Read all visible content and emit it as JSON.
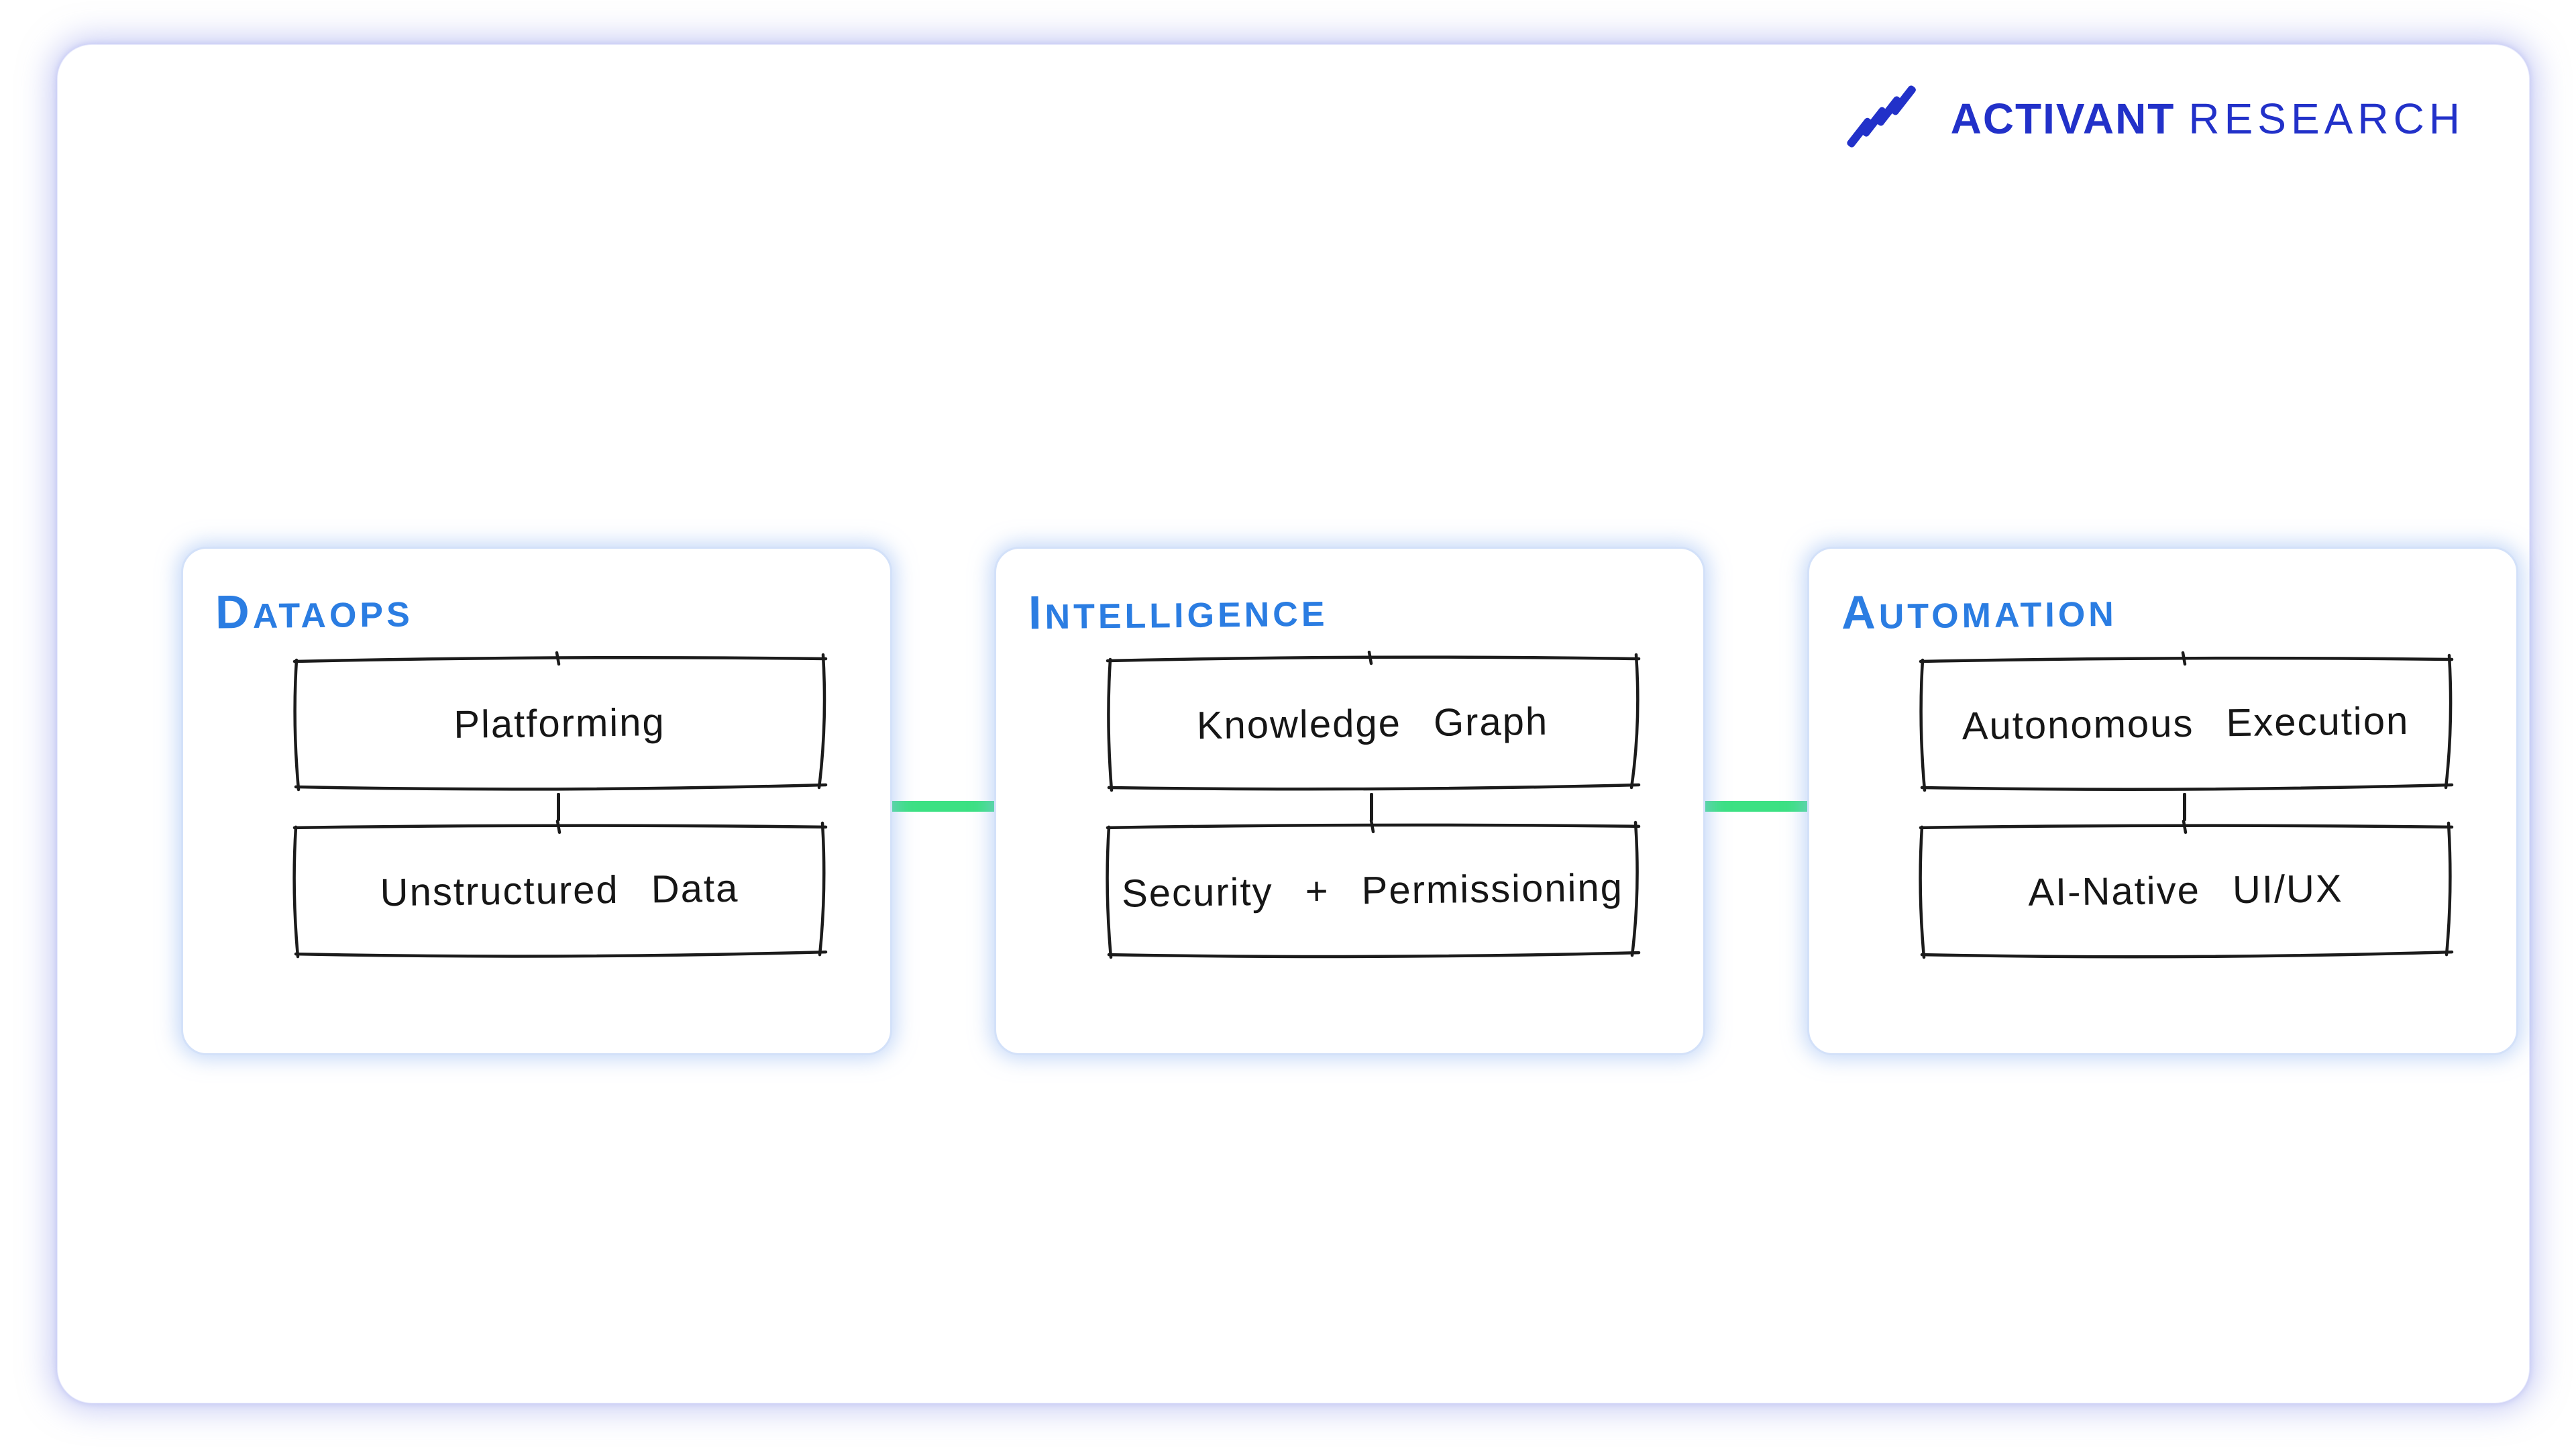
{
  "logo": {
    "brand": "ACTIVANT",
    "suffix": "RESEARCH",
    "icon": "activant-stripes-icon"
  },
  "colors": {
    "logo_blue": "#2231c9",
    "label_blue": "#2b7de2",
    "connector_green": "#3ce183",
    "sketch_ink": "#1b1b1b",
    "card_border_blue": "#d3e1f9",
    "panel_glow": "#949beC"
  },
  "pillars": [
    {
      "label": "DATAOPS",
      "boxes": [
        "Platforming",
        "Unstructured Data"
      ]
    },
    {
      "label": "INTELLIGENCE",
      "boxes": [
        "Knowledge Graph",
        "Security + Permissioning"
      ]
    },
    {
      "label": "AUTOMATION",
      "boxes": [
        "Autonomous Execution",
        "AI-Native UI/UX"
      ]
    }
  ]
}
